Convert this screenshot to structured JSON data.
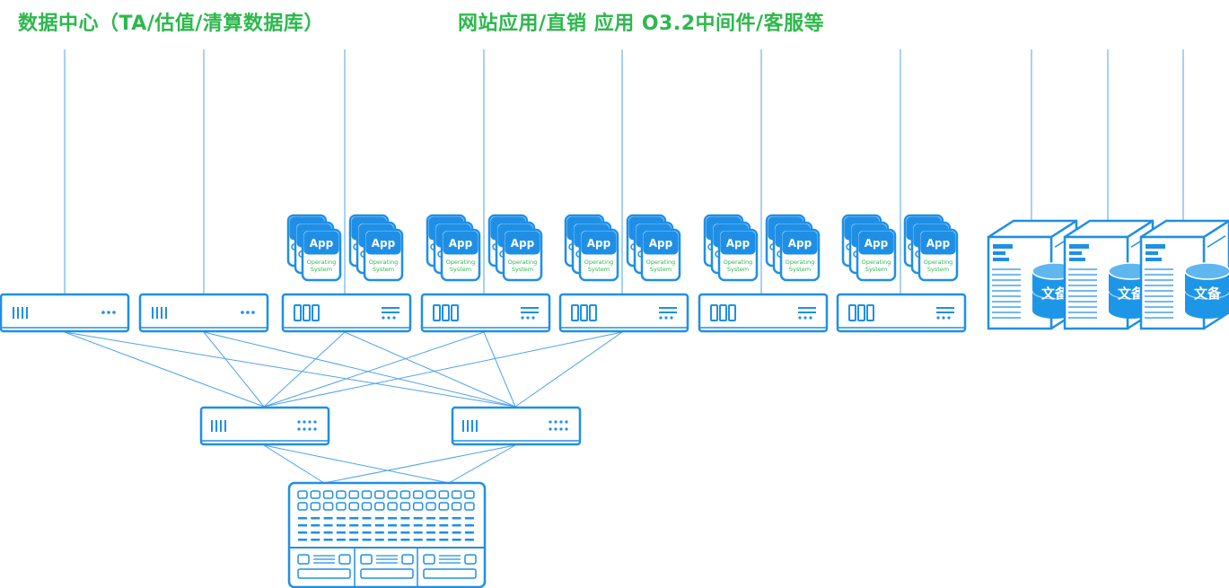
{
  "colors": {
    "title_green": "#2db84d",
    "device_blue": "#1f8fe6",
    "line_blue": "#4fa3ea",
    "os_green": "#2db84d",
    "cylinder_blue": "#1e96e8"
  },
  "titles": {
    "left": "数据中心（TA/估值/清算数据库）",
    "right": "网站应用/直销 应用 O3.2中间件/客服等"
  },
  "vm": {
    "app_label": "App",
    "os_label_line1": "Operating",
    "os_label_line2": "System"
  },
  "backup_server": {
    "label": "文备"
  },
  "icons": {
    "db_server": "rack-server-icon",
    "app_host": "virtualization-host-icon",
    "vm_stack": "app-os-vm-stack-icon",
    "backup": "backup-tower-server-icon",
    "switch": "network-switch-icon",
    "storage": "storage-array-icon"
  }
}
